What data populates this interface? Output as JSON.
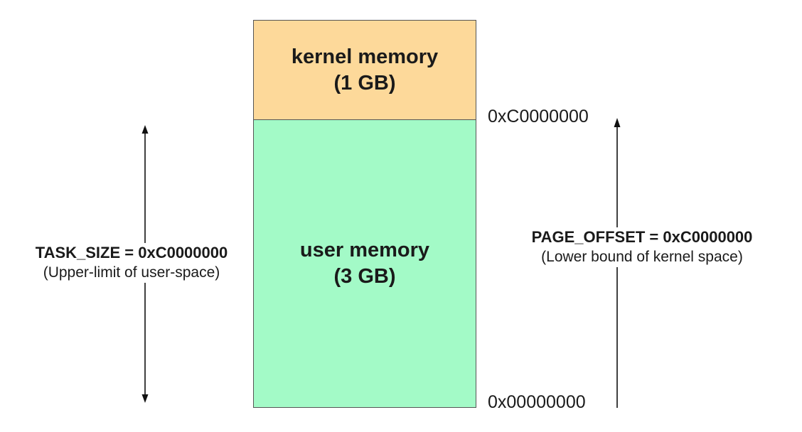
{
  "kernel_block": {
    "title": "kernel memory",
    "size": "(1 GB)",
    "color": "#fdd99a"
  },
  "user_block": {
    "title": "user memory",
    "size": "(3 GB)",
    "color": "#a3fac7"
  },
  "addresses": {
    "top": "0xC0000000",
    "bottom": "0x00000000"
  },
  "task_size": {
    "label": "TASK_SIZE = 0xC0000000",
    "description": "(Upper-limit of user-space)"
  },
  "page_offset": {
    "label": "PAGE_OFFSET = 0xC0000000",
    "description": "(Lower bound of kernel space)"
  }
}
